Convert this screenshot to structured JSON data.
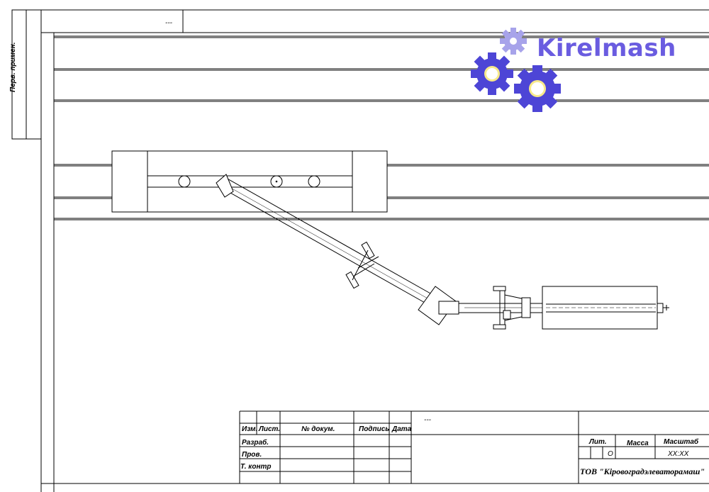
{
  "top_stamp": {
    "designation": "---"
  },
  "side_label": "Перв. примен.",
  "logo": {
    "text": "Kirelmash",
    "icon": "gears-icon",
    "color": "#6a5ce0"
  },
  "title_block": {
    "designation": "---",
    "headers": {
      "izm": "Изм.",
      "list": "Лист.",
      "doc": "№ докум.",
      "sign": "Подпись",
      "date": "Дата"
    },
    "rows": {
      "developer": "Разраб.",
      "checked": "Пров.",
      "tech_control": "Т. контр"
    },
    "lit_label": "Лит.",
    "mass_label": "Масса",
    "scale_label": "Масштаб",
    "lit_value": "О",
    "scale_value": "XX:XX",
    "company": "ТОВ \"Кіровоградэлеваторамаш\""
  }
}
